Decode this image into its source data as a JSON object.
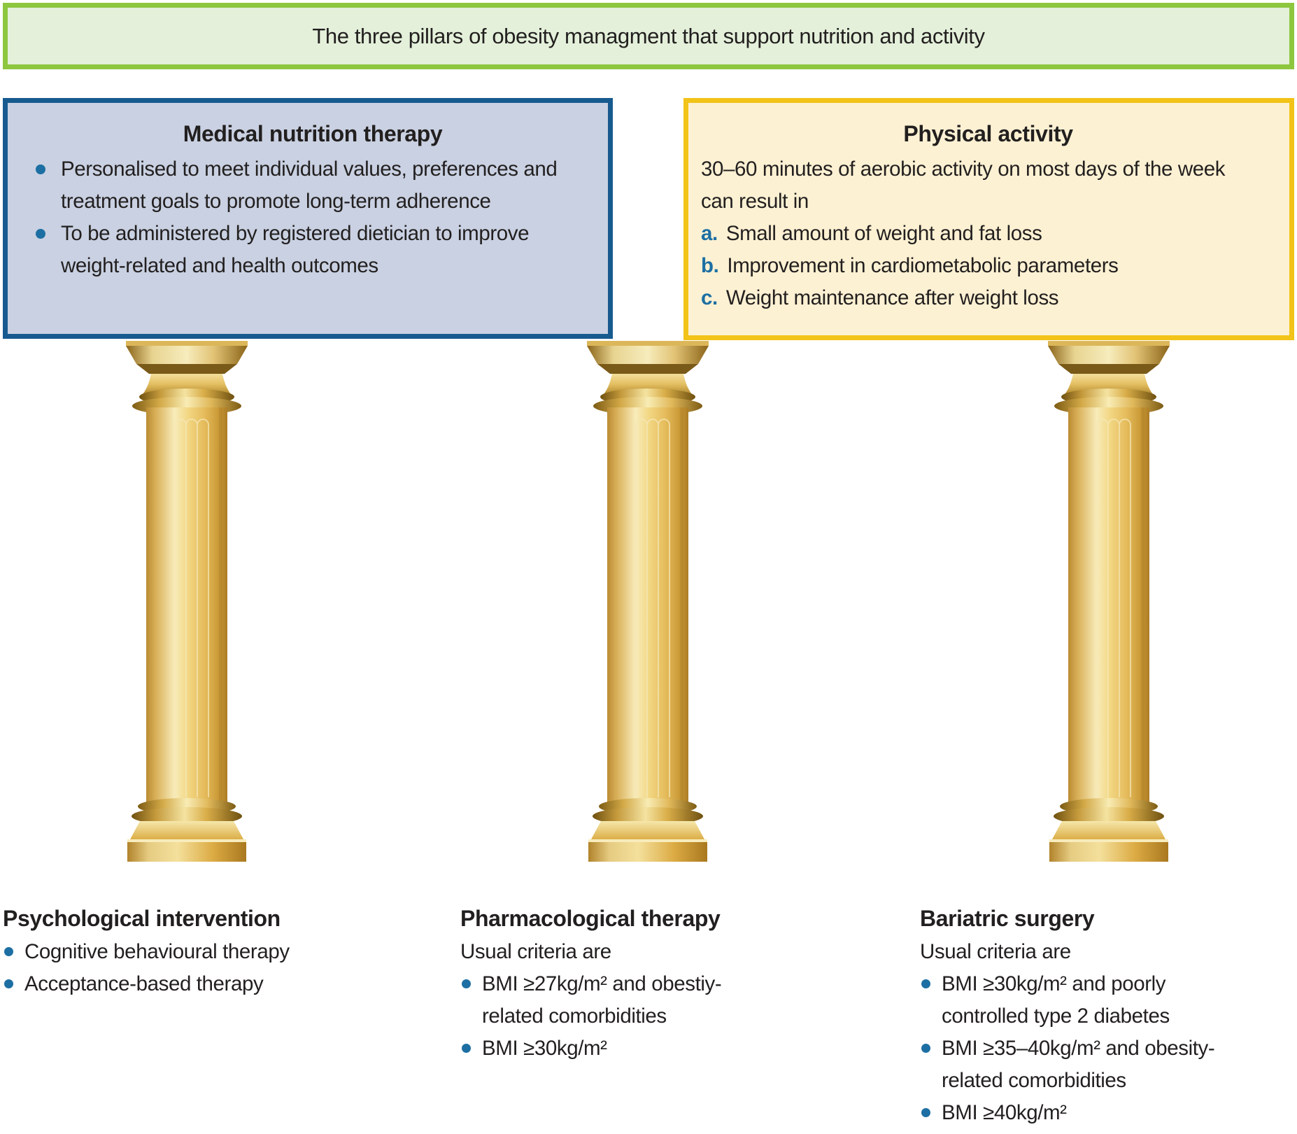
{
  "title_bar": {
    "text": "The three pillars of obesity managment that support nutrition and activity"
  },
  "boxes": {
    "medical": {
      "title": "Medical nutrition therapy",
      "bullets": [
        "Personalised to meet individual values, preferences and treatment goals to promote long-term adherence",
        "To be administered by registered dietician to improve weight-related and health outcomes"
      ]
    },
    "physical": {
      "title": "Physical activity",
      "intro": "30–60 minutes of aerobic activity on most days of the week can result in",
      "items": [
        {
          "label": "a.",
          "text": "Small amount of weight and fat loss"
        },
        {
          "label": "b.",
          "text": "Improvement in cardiometabolic parameters"
        },
        {
          "label": "c.",
          "text": "Weight maintenance after weight loss"
        }
      ]
    }
  },
  "sections": [
    {
      "title": "Psychological intervention",
      "subtitle": "",
      "bullets": [
        "Cognitive behavioural therapy",
        "Acceptance-based therapy"
      ]
    },
    {
      "title": "Pharmacological therapy",
      "subtitle": "Usual criteria are",
      "bullets": [
        "BMI ≥27kg/m² and obestiy-related comorbidities",
        "BMI ≥30kg/m²"
      ]
    },
    {
      "title": "Bariatric surgery",
      "subtitle": "Usual criteria are",
      "bullets": [
        "BMI ≥30kg/m² and poorly controlled type 2 diabetes",
        "BMI ≥35–40kg/m² and obesity-related comorbidities",
        "BMI ≥40kg/m²"
      ]
    }
  ],
  "colors": {
    "banner_fill": "#e4f0da",
    "banner_border": "#8dc63f",
    "blue_box_fill": "#c9d1e2",
    "blue_box_border": "#175a8f",
    "yellow_box_fill": "#fdf1d3",
    "yellow_box_border": "#f2c318",
    "bullet_blue": "#1d6fa3",
    "text": "#221f1f",
    "pillar_gold": "#f2d682"
  }
}
